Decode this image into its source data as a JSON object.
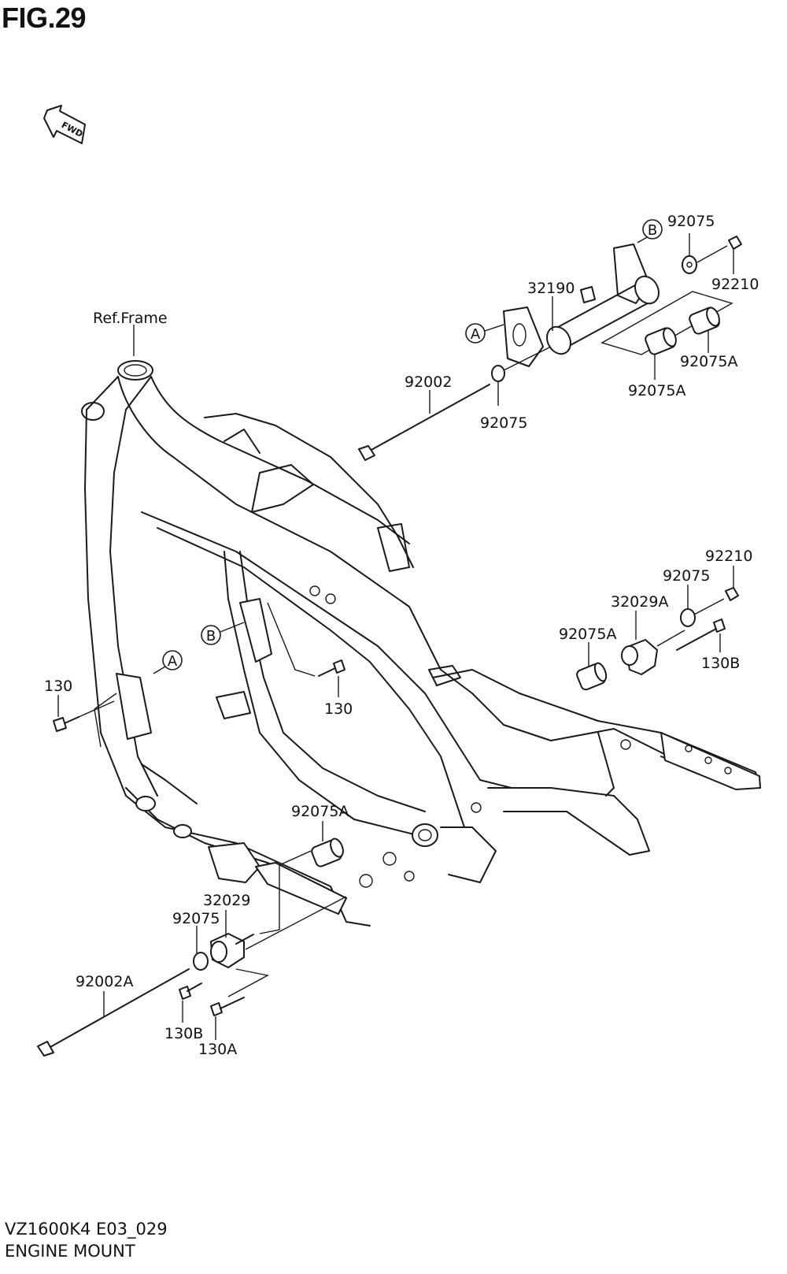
{
  "figure": {
    "title": "FIG.29",
    "code": "VZ1600K4 E03_029",
    "name": "ENGINE MOUNT",
    "fwd_label": "FWD",
    "ref_label": "Ref.Frame"
  },
  "callouts": {
    "A": "A",
    "B": "B"
  },
  "part_labels": {
    "p92075_top": "92075",
    "p92210_top": "92210",
    "p32190": "32190",
    "p92075A_top_right": "92075A",
    "p92075A_top_left": "92075A",
    "p92002": "92002",
    "p92075_mid": "92075",
    "p92210_right": "92210",
    "p92075_right": "92075",
    "p32029A": "32029A",
    "p92075A_right": "92075A",
    "p130B_right": "130B",
    "p130_left": "130",
    "p130_mid": "130",
    "p92075A_bottom": "92075A",
    "p32029": "32029",
    "p92075_bottom": "92075",
    "p92002A": "92002A",
    "p130B_bottom": "130B",
    "p130A": "130A"
  }
}
